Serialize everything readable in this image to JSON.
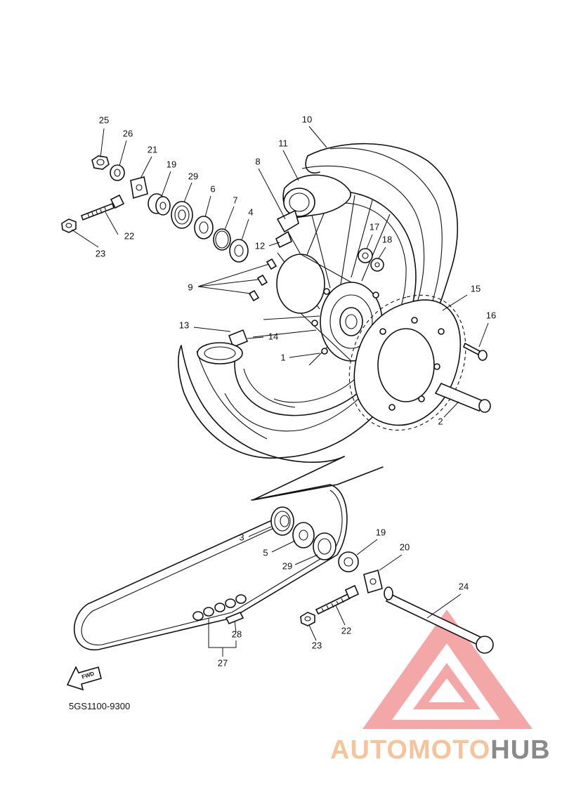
{
  "diagram": {
    "part_code": "5GS1100-9300",
    "fwd_label": "FWD",
    "callouts": [
      {
        "id": "c25",
        "label": "25"
      },
      {
        "id": "c26",
        "label": "26"
      },
      {
        "id": "c21",
        "label": "21"
      },
      {
        "id": "c19a",
        "label": "19"
      },
      {
        "id": "c29a",
        "label": "29"
      },
      {
        "id": "c6",
        "label": "6"
      },
      {
        "id": "c7",
        "label": "7"
      },
      {
        "id": "c4",
        "label": "4"
      },
      {
        "id": "c8",
        "label": "8"
      },
      {
        "id": "c11",
        "label": "11"
      },
      {
        "id": "c10",
        "label": "10"
      },
      {
        "id": "c12",
        "label": "12"
      },
      {
        "id": "c17",
        "label": "17"
      },
      {
        "id": "c18",
        "label": "18"
      },
      {
        "id": "c22a",
        "label": "22"
      },
      {
        "id": "c23a",
        "label": "23"
      },
      {
        "id": "c9",
        "label": "9"
      },
      {
        "id": "c15",
        "label": "15"
      },
      {
        "id": "c16",
        "label": "16"
      },
      {
        "id": "c13",
        "label": "13"
      },
      {
        "id": "c14",
        "label": "14"
      },
      {
        "id": "c1",
        "label": "1"
      },
      {
        "id": "c2",
        "label": "2"
      },
      {
        "id": "c3",
        "label": "3"
      },
      {
        "id": "c5",
        "label": "5"
      },
      {
        "id": "c29b",
        "label": "29"
      },
      {
        "id": "c19b",
        "label": "19"
      },
      {
        "id": "c20",
        "label": "20"
      },
      {
        "id": "c24",
        "label": "24"
      },
      {
        "id": "c22b",
        "label": "22"
      },
      {
        "id": "c23b",
        "label": "23"
      },
      {
        "id": "c28",
        "label": "28"
      },
      {
        "id": "c27",
        "label": "27"
      }
    ]
  },
  "watermark": {
    "text_part1": "AUTOMOTO",
    "text_part2": "HUB",
    "color_part1": "#f5c49a",
    "color_part2": "#8a8a8a",
    "logo_color": "#f08a8a"
  }
}
